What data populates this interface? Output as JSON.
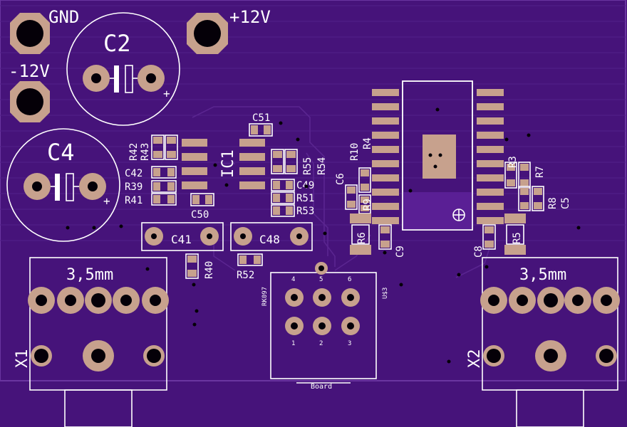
{
  "board": {
    "labels": {
      "gnd": "GND",
      "pos12": "+12V",
      "neg12": "-12V",
      "c2": "C2",
      "c4": "C4",
      "ic1": "IC1",
      "c41": "C41",
      "c48": "C48",
      "jack_left": "3,5mm",
      "jack_right": "3,5mm",
      "x1": "X1",
      "x2": "X2",
      "board": "Board",
      "rk097": "RK097",
      "u3": "U$3",
      "plus": "+"
    },
    "small_labels": {
      "c51": "C51",
      "c50": "C50",
      "c49": "C49",
      "c42": "C42",
      "r42": "R42",
      "r43": "R43",
      "r39": "R39",
      "r41": "R41",
      "r55": "R55",
      "r54": "R54",
      "r51": "R51",
      "r53": "R53",
      "r40": "R40",
      "r52": "R52",
      "c6": "C6",
      "r10": "R10",
      "r4": "R4",
      "r9": "R9",
      "r6": "R6",
      "c9": "C9",
      "c8": "C8",
      "r5": "R5",
      "r3": "R3",
      "r7": "R7",
      "r8": "R8",
      "c5": "C5"
    },
    "pot_pins": [
      "4",
      "5",
      "6",
      "1",
      "2",
      "3"
    ]
  }
}
